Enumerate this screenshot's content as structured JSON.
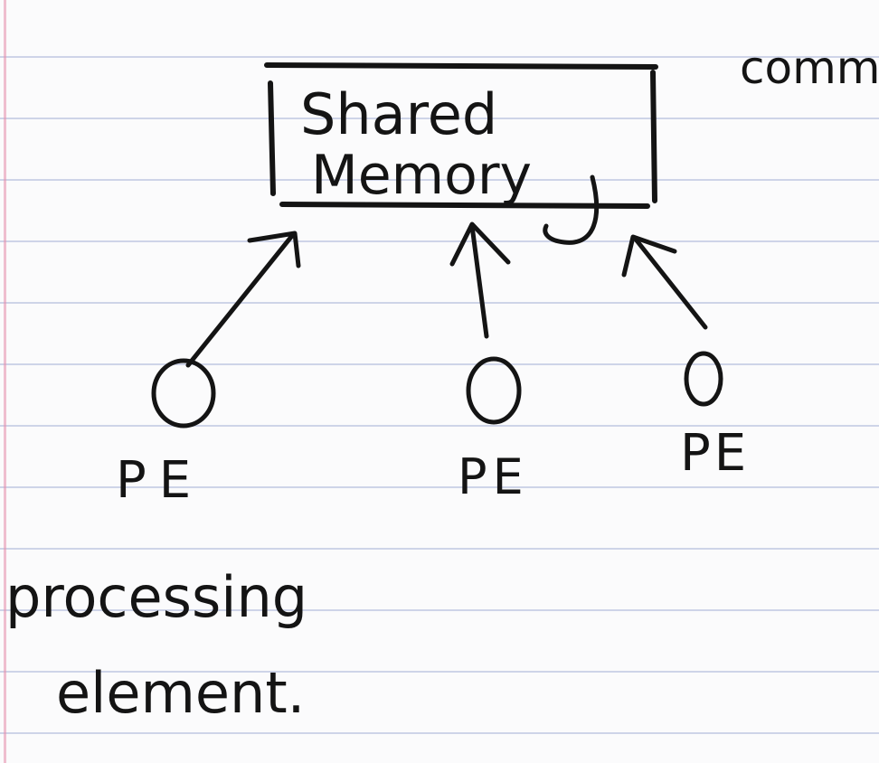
{
  "note_header": "comm",
  "memory": {
    "line1": "Shared",
    "line2": "Memory"
  },
  "processing_elements": [
    {
      "label": "PE"
    },
    {
      "label": "PE"
    },
    {
      "label": "PE"
    }
  ],
  "footnote": {
    "line1": "processing",
    "line2": "element."
  },
  "colors": {
    "ink": "#141414",
    "paper": "#fbfbfc",
    "rule_lines": "#aab4d7",
    "margin_line": "#e68caa"
  }
}
